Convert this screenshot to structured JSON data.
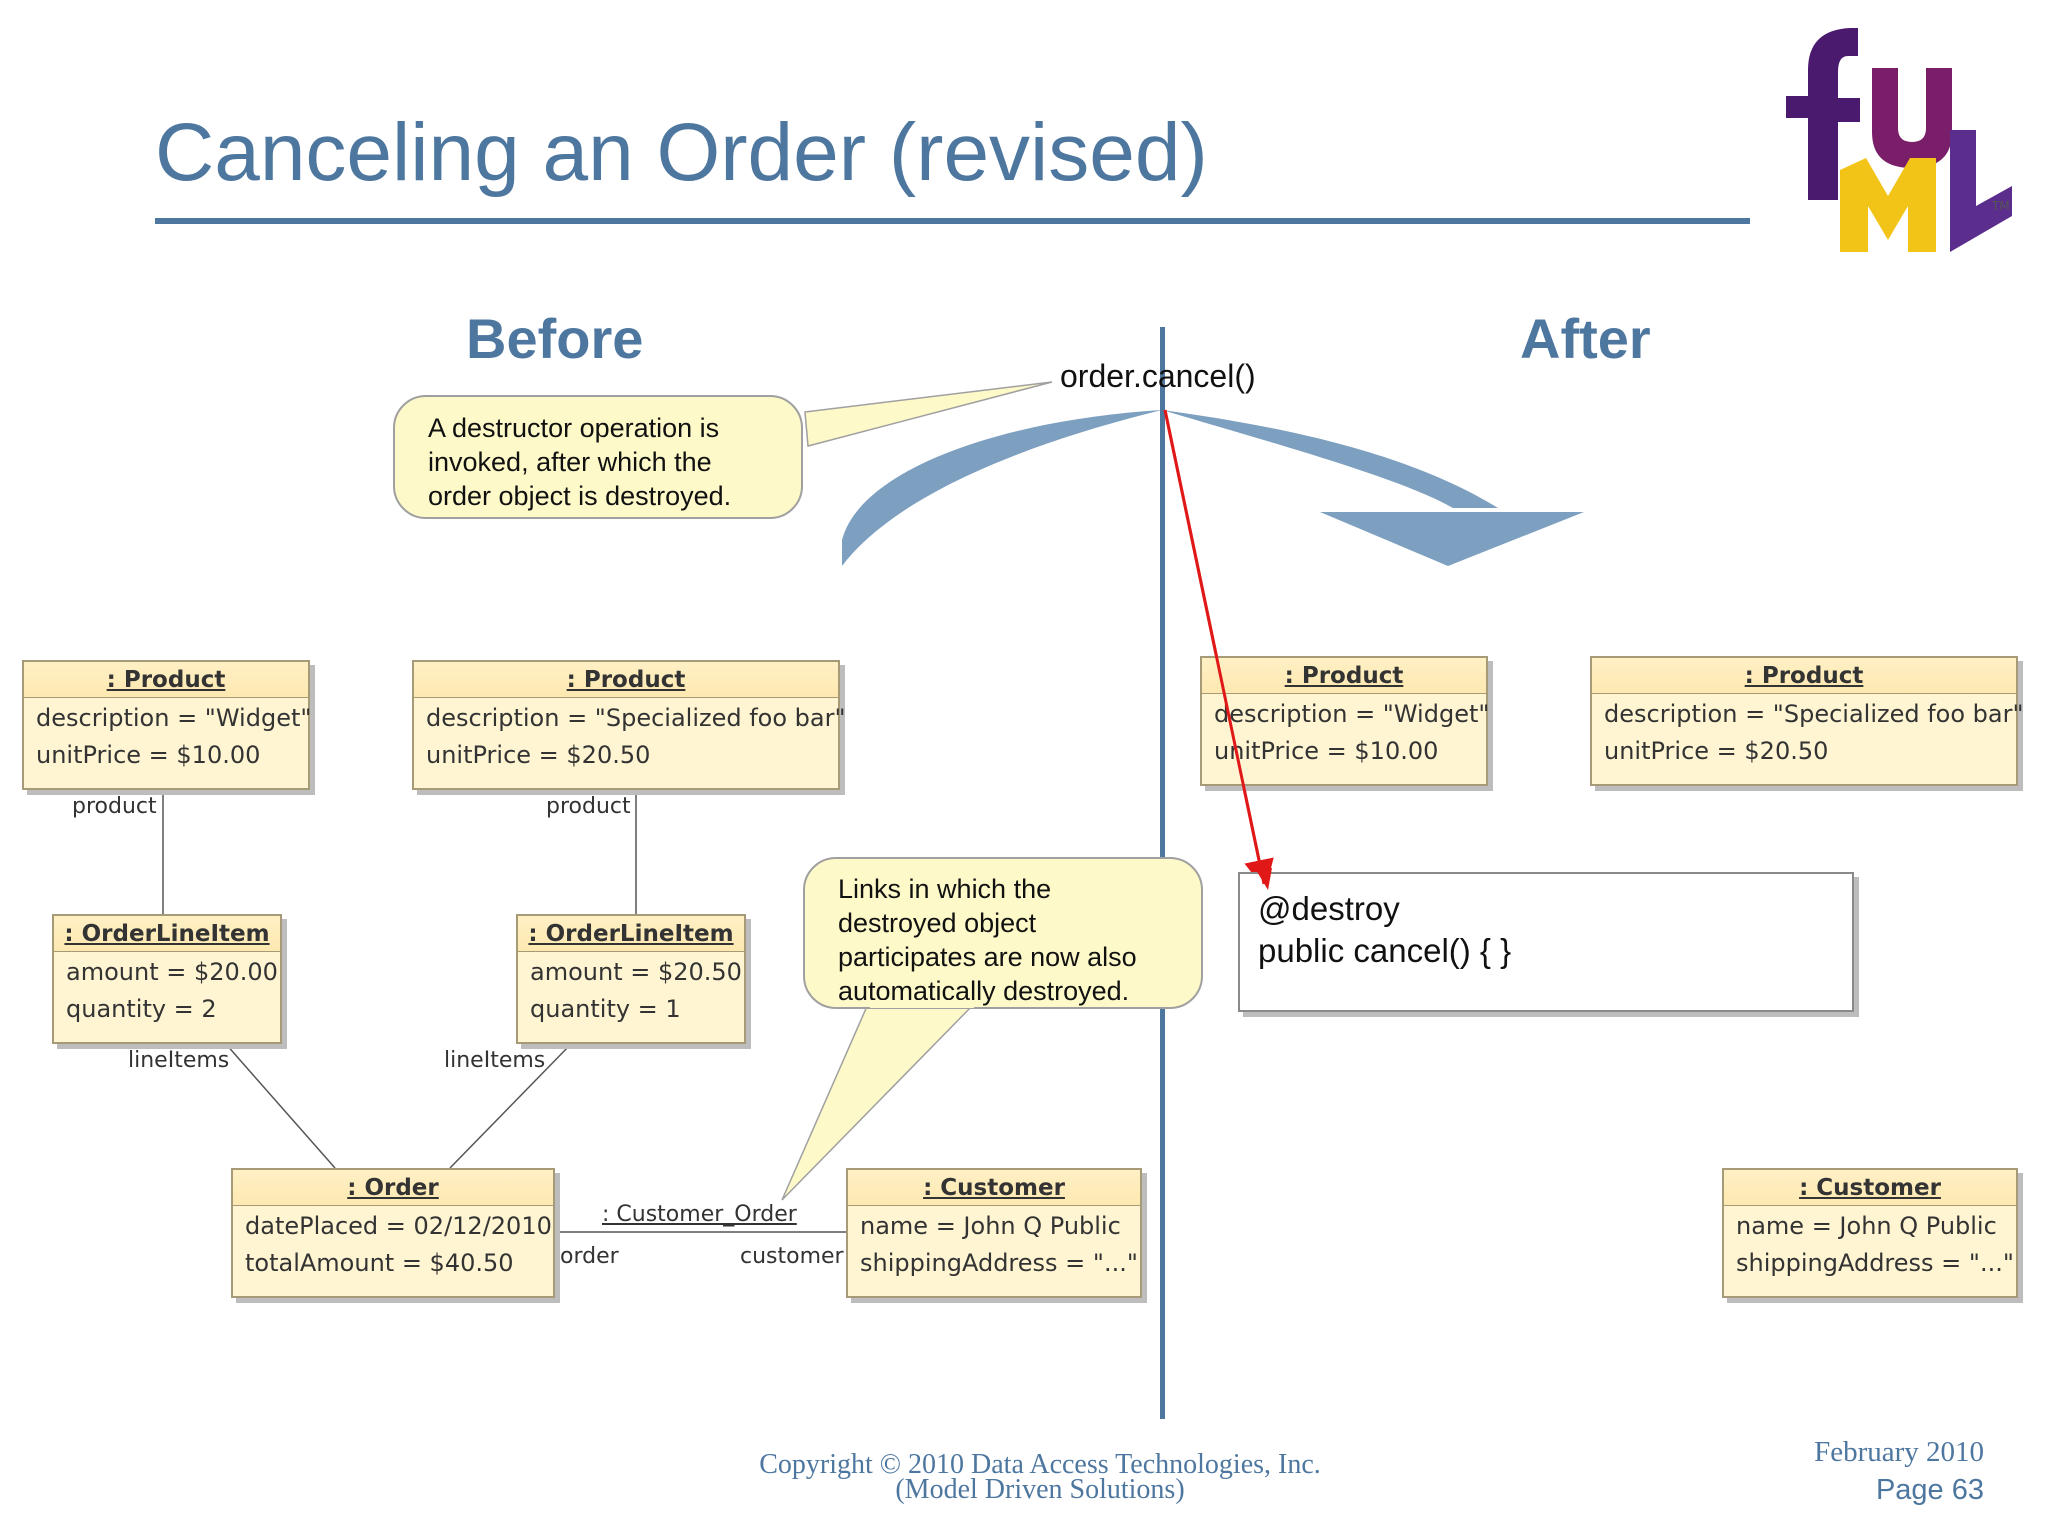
{
  "slide": {
    "title": "Canceling an Order (revised)",
    "before_heading": "Before",
    "after_heading": "After",
    "operation_call": "order.cancel()"
  },
  "logo": {
    "letters": "fUML",
    "trademark": "TM",
    "colors": {
      "f": "#4a1a6e",
      "U": "#7a1e6a",
      "M": "#f2c418",
      "L": "#5b2d8c"
    }
  },
  "callouts": {
    "destructor_lines": [
      "A destructor operation is",
      "invoked, after which the",
      "order object is destroyed."
    ],
    "links_lines": [
      "Links in which the",
      "destroyed object",
      "participates are now also",
      "automatically destroyed."
    ]
  },
  "before": {
    "product1": {
      "header": ": Product",
      "attrs": [
        "description = \"Widget\"",
        "unitPrice = $10.00"
      ]
    },
    "product2": {
      "header": ": Product",
      "attrs": [
        "description = \"Specialized foo bar\"",
        "unitPrice = $20.50"
      ]
    },
    "lineitem1": {
      "header": ": OrderLineItem",
      "attrs": [
        "amount = $20.00",
        "quantity = 2"
      ]
    },
    "lineitem2": {
      "header": ": OrderLineItem",
      "attrs": [
        "amount = $20.50",
        "quantity = 1"
      ]
    },
    "order": {
      "header": ": Order",
      "attrs": [
        "datePlaced = 02/12/2010",
        "totalAmount = $40.50"
      ]
    },
    "customer": {
      "header": ": Customer",
      "attrs": [
        "name = John Q Public",
        "shippingAddress = \"...\""
      ]
    },
    "link_labels": {
      "product1_end": "product",
      "product2_end": "product",
      "lineitems1_end": "lineItems",
      "lineitems2_end": "lineItems",
      "assoc_name": ": Customer_Order",
      "order_end": "order",
      "customer_end": "customer"
    }
  },
  "after": {
    "product1": {
      "header": ": Product",
      "attrs": [
        "description = \"Widget\"",
        "unitPrice = $10.00"
      ]
    },
    "product2": {
      "header": ": Product",
      "attrs": [
        "description = \"Specialized foo bar\"",
        "unitPrice = $20.50"
      ]
    },
    "customer": {
      "header": ": Customer",
      "attrs": [
        "name = John Q Public",
        "shippingAddress = \"...\""
      ]
    }
  },
  "code": {
    "lines": [
      "@destroy",
      "public cancel() { }"
    ]
  },
  "footer": {
    "copyright_lines": [
      "Copyright © 2010 Data Access Technologies, Inc.",
      "(Model Driven Solutions)"
    ],
    "date": "February 2010",
    "page": "Page 63"
  }
}
